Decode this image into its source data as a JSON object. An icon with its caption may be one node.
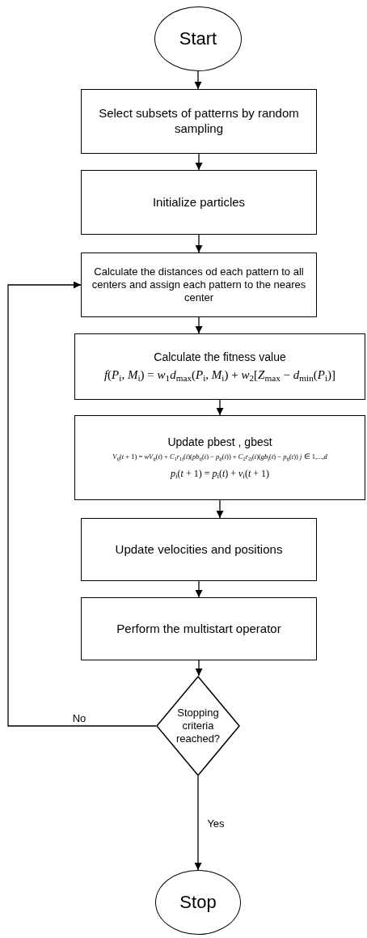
{
  "diagram": {
    "nodes": [
      {
        "text": [
          "Start"
        ]
      },
      {
        "text": [
          "Select subsets of patterns by random sampling"
        ]
      },
      {
        "text": [
          "Initialize particles"
        ]
      },
      {
        "text": [
          "Calculate the distances od each pattern to all centers and assign each pattern to the neares center"
        ]
      },
      {
        "text": [
          "Calculate the fitness value",
          "*f*(*P*$_{i}$, *M*$_{i}$) = *w*$_{1}$*d*$_{max}$(*P*$_{i}$, *M*$_{i}$) + *w*$_{2}$[*Z*$_{max}$ − *d*$_{min}$(*P*$_{i}$)]"
        ]
      },
      {
        "text": [
          "Update pbest , gbest",
          "*V*$_{ij}$(*t* + 1) = *wV*$_{ij}$(*t*) + *C*$_{1}$*r*$_{1j}$(*t*)(*pb*$_{ij}$(*t*) − *p*$_{ij}$(*t*)) + *C*$_{2}$*r*$_{2j}$(*t*)(*gb*$_{j}$(*t*) − *p*$_{ij}$(*t*)) *j* ∈ 1,...,*d*",
          "*p*$_{i}$(*t* + 1) = *p*$_{i}$(*t*) + *v*$_{i}$(*t* + 1)"
        ]
      },
      {
        "text": [
          "Update velocities and positions"
        ]
      },
      {
        "text": [
          "Perform the multistart operator"
        ]
      },
      {
        "text": [
          "Stopping criteria reached?"
        ]
      },
      {
        "text": [
          "Stop"
        ]
      }
    ],
    "edges": [
      {
        "from": 0,
        "to": 1,
        "arrow": "to"
      },
      {
        "from": 1,
        "to": 2,
        "arrow": "to"
      },
      {
        "from": 2,
        "to": 3,
        "arrow": "to"
      },
      {
        "from": 3,
        "to": 4,
        "arrow": "to"
      },
      {
        "from": 4,
        "to": 5,
        "arrow": "to"
      },
      {
        "from": 5,
        "to": 6,
        "arrow": "to"
      },
      {
        "from": 6,
        "to": 7,
        "arrow": "to"
      },
      {
        "from": 7,
        "to": 8,
        "arrow": "to"
      },
      {
        "from": 8,
        "to": 3,
        "arrow": "to",
        "label": "No"
      },
      {
        "from": 8,
        "to": 9,
        "arrow": "to",
        "label": "Yes"
      }
    ]
  }
}
